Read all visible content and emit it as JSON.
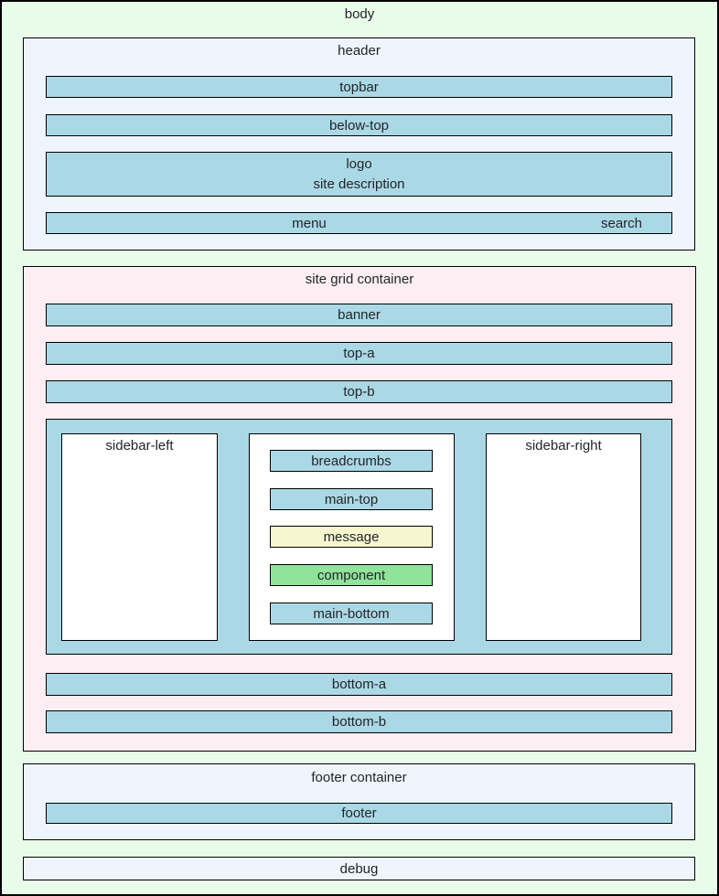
{
  "body": {
    "label": "body"
  },
  "header": {
    "label": "header",
    "topbar": "topbar",
    "below_top": "below-top",
    "logo": "logo",
    "site_description": "site description",
    "menu": "menu",
    "search": "search"
  },
  "grid": {
    "label": "site grid container",
    "banner": "banner",
    "top_a": "top-a",
    "top_b": "top-b",
    "sidebar_left": "sidebar-left",
    "sidebar_right": "sidebar-right",
    "breadcrumbs": "breadcrumbs",
    "main_top": "main-top",
    "message": "message",
    "component": "component",
    "main_bottom": "main-bottom",
    "bottom_a": "bottom-a",
    "bottom_b": "bottom-b"
  },
  "footer": {
    "label": "footer container",
    "footer": "footer"
  },
  "debug": {
    "label": "debug"
  },
  "colors": {
    "body_bg": "#e9fbe9",
    "container_bg": "#eef5fd",
    "module_bar": "#abd8e5",
    "grid_bg": "#fdeef3",
    "message_bg": "#f7f6cf",
    "component_bg": "#90e39b",
    "border": "#000000",
    "text": "#212529"
  }
}
